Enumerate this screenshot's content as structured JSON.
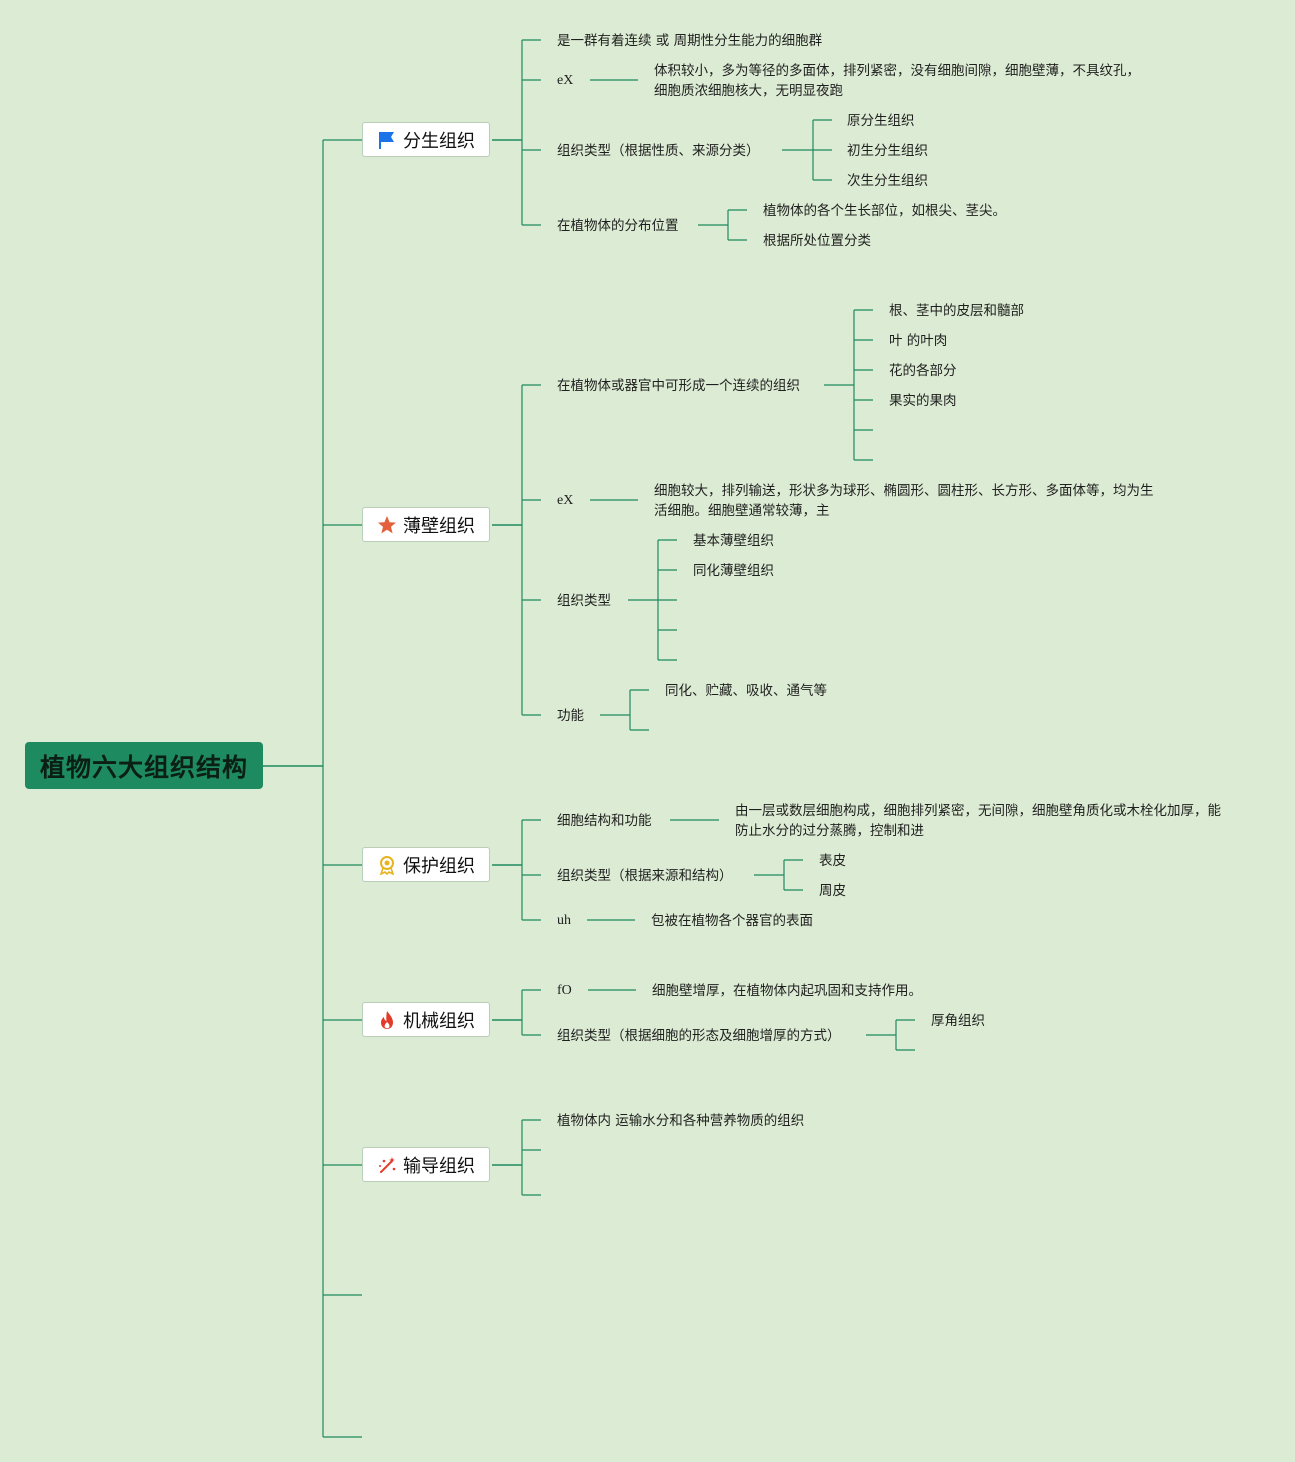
{
  "root": {
    "title": "植物六大组织结构"
  },
  "colors": {
    "line": "#1e8a5f",
    "background": "#dcebd3",
    "root_fill": "#1e8a5f"
  },
  "branches": [
    {
      "label": "分生组织",
      "icon": "flag-icon",
      "items": {
        "definition": "是一群有着连续 或 周期性分生能力的细胞群",
        "ex_label": "eX",
        "ex_text": "体积较小，多为等径的多面体，排列紧密，没有细胞间隙，细胞壁薄，不具纹孔，细胞质浓细胞核大，无明显夜跑",
        "types_label": "组织类型（根据性质、来源分类）",
        "types": [
          "原分生组织",
          "初生分生组织",
          "次生分生组织"
        ],
        "position_label": "在植物体的分布位置",
        "positions": [
          "植物体的各个生长部位，如根尖、茎尖。",
          "根据所处位置分类"
        ]
      }
    },
    {
      "label": "薄壁组织",
      "icon": "star-icon",
      "items": {
        "continuous_label": "在植物体或器官中可形成一个连续的组织",
        "continuous": [
          "根、茎中的皮层和髓部",
          "叶 的叶肉",
          "花的各部分",
          "果实的果肉"
        ],
        "ex_label": "eX",
        "ex_text": "细胞较大，排列输送，形状多为球形、椭圆形、圆柱形、长方形、多面体等，均为生活细胞。细胞壁通常较薄，主",
        "types_label": "组织类型",
        "types": [
          "基本薄壁组织",
          "同化薄壁组织"
        ],
        "function_label": "功能",
        "functions": [
          "同化、贮藏、吸收、通气等"
        ]
      }
    },
    {
      "label": "保护组织",
      "icon": "award-icon",
      "items": {
        "structure_label": "细胞结构和功能",
        "structure_text": "由一层或数层细胞构成，细胞排列紧密，无间隙，细胞壁角质化或木栓化加厚，能防止水分的过分蒸腾，控制和进",
        "types_label": "组织类型（根据来源和结构）",
        "types": [
          "表皮",
          "周皮"
        ],
        "uh_label": "uh",
        "uh_text": "包被在植物各个器官的表面"
      }
    },
    {
      "label": "机械组织",
      "icon": "flame-icon",
      "items": {
        "fo_label": "fO",
        "fo_text": "细胞壁增厚，在植物体内起巩固和支持作用。",
        "types_label": "组织类型（根据细胞的形态及细胞增厚的方式）",
        "types": [
          "厚角组织"
        ]
      }
    },
    {
      "label": "输导组织",
      "icon": "sparkle-icon",
      "items": {
        "definition": "植物体内 运输水分和各种营养物质的组织"
      }
    }
  ]
}
